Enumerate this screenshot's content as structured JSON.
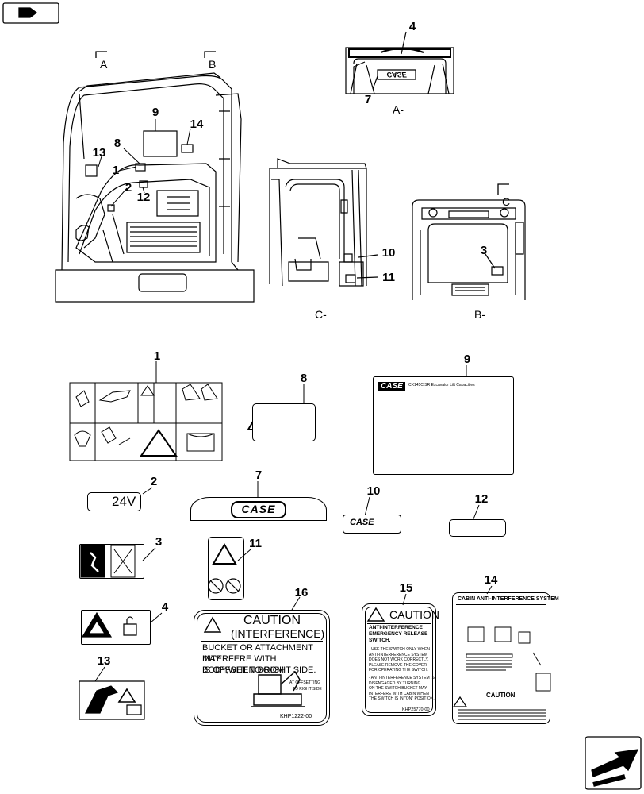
{
  "views": {
    "label_a": "A",
    "label_b": "B",
    "label_c": "C",
    "view_a": "A-",
    "view_b": "B-",
    "view_c": "C-"
  },
  "callouts": {
    "cab": [
      {
        "n": "9"
      },
      {
        "n": "14"
      },
      {
        "n": "8"
      },
      {
        "n": "13"
      },
      {
        "n": "1"
      },
      {
        "n": "2"
      },
      {
        "n": "12"
      }
    ],
    "view_a": [
      {
        "n": "4"
      },
      {
        "n": "7"
      }
    ],
    "view_c": [
      {
        "n": "10"
      },
      {
        "n": "11"
      }
    ],
    "view_b": [
      {
        "n": "3"
      }
    ]
  },
  "decals": {
    "d1": {
      "n": "1"
    },
    "d2": {
      "n": "2",
      "text": "24V"
    },
    "d3": {
      "n": "3"
    },
    "d4": {
      "n": "4"
    },
    "d7": {
      "n": "7",
      "text": "CASE"
    },
    "d8": {
      "n": "8"
    },
    "d9": {
      "n": "9",
      "brand": "CASE",
      "title": "CX145C SR  Excavator Lift Capacities"
    },
    "d10": {
      "n": "10",
      "text": "CASE"
    },
    "d11": {
      "n": "11"
    },
    "d12": {
      "n": "12"
    },
    "d13": {
      "n": "13"
    },
    "d14": {
      "n": "14",
      "title": "CABIN ANTI-INTERFERENCE SYSTEM",
      "caution": "CAUTION"
    },
    "d15": {
      "n": "15",
      "caution": "CAUTION",
      "lines": [
        "ANTI-INTERFERENCE",
        "EMERGENCY RELEASE",
        "SWITCH.",
        "- USE THE SWITCH ONLY WHEN",
        "ANTI-INTERFERENCE SYSTEM",
        "DOES NOT WORK CORRECTLY.",
        "PLEASE REMOVE THE COVER",
        "FOR OPERATING THE SWITCH.",
        "- ANTI-INTERFERENCE SYSTEM IS",
        "DISENGAGED BY TURNING",
        "ON THE SWITCH.BUCKET MAY",
        "INTERFERE WITH CABIN WHEN",
        "THE SWITCH IS IN \"ON\" POSITION."
      ],
      "code": "KHP25770-00"
    },
    "d16": {
      "n": "16",
      "caution": "CAUTION",
      "sub": "(INTERFERENCE)",
      "lines": [
        "BUCKET OR ATTACHMENT MAY",
        "INTERFERE WITH BODY,WHEN BOOM",
        "IS OFFSET TO RIGHT SIDE."
      ],
      "note1": "AT OFFSETTING",
      "note2": "TO RIGHT SIDE",
      "code": "KHP1222-00"
    }
  }
}
